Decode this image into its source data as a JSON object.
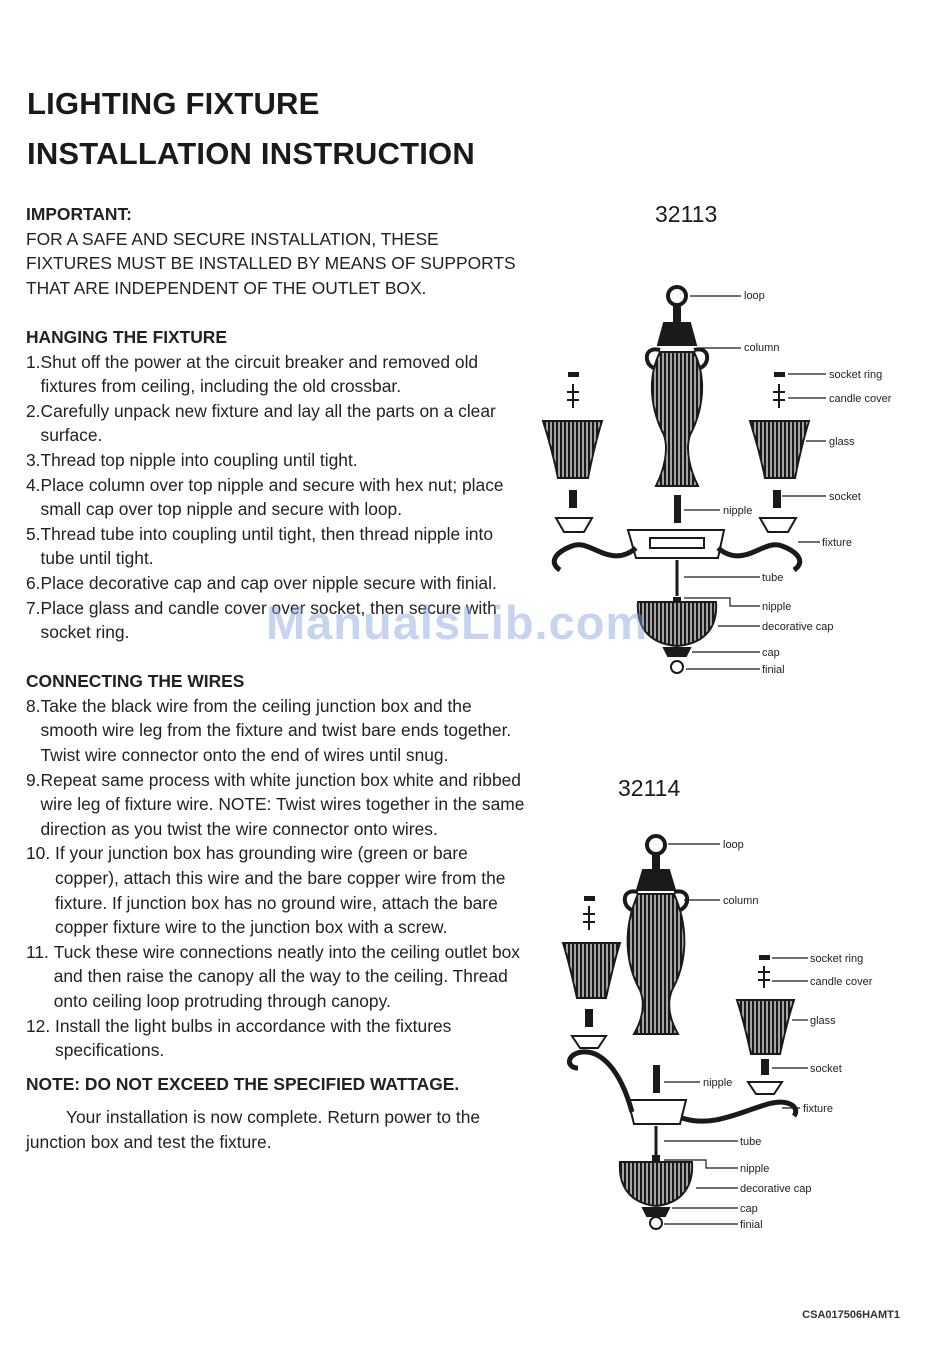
{
  "title": {
    "line1": "LIGHTING FIXTURE",
    "line2": "INSTALLATION INSTRUCTION"
  },
  "important": {
    "heading": "IMPORTANT:",
    "text": "FOR A SAFE AND SECURE INSTALLATION, THESE FIXTURES MUST BE INSTALLED BY MEANS OF SUPPORTS THAT ARE INDEPENDENT OF THE OUTLET BOX."
  },
  "hanging": {
    "heading": "HANGING THE FIXTURE",
    "steps": [
      {
        "num": "1.",
        "text": "Shut off the power at the circuit breaker and removed old fixtures from ceiling, including the old crossbar."
      },
      {
        "num": "2.",
        "text": "Carefully unpack new fixture and lay all the parts on a clear surface."
      },
      {
        "num": "3.",
        "text": "Thread top nipple into coupling until tight."
      },
      {
        "num": "4.",
        "text": "Place column over top nipple and secure with hex nut; place small cap over top nipple and secure with loop."
      },
      {
        "num": "5.",
        "text": "Thread tube into coupling until tight, then thread nipple into tube until tight."
      },
      {
        "num": "6.",
        "text": "Place decorative cap and cap over nipple secure with finial."
      },
      {
        "num": "7.",
        "text": "Place glass and candle cover over socket, then secure with socket ring."
      }
    ]
  },
  "wires": {
    "heading": "CONNECTING THE WIRES",
    "steps": [
      {
        "num": "8.",
        "text": "Take the black wire from the ceiling junction box and the smooth wire leg from the fixture and twist bare ends together. Twist wire connector onto the end of wires until snug."
      },
      {
        "num": "9.",
        "text": "Repeat same process with white junction box white and ribbed wire leg of fixture wire. NOTE: Twist wires together in the same direction as you twist the wire connector onto wires."
      },
      {
        "num": "10. ",
        "text": "If your junction box has grounding wire (green or bare copper), attach this wire and the bare copper wire from the fixture. If junction box has no ground wire, attach the bare copper fixture wire to the junction box with a screw."
      },
      {
        "num": "11. ",
        "text": "Tuck these wire connections neatly into the ceiling outlet box and then raise the canopy all the way to the ceiling. Thread onto ceiling loop protruding through canopy."
      },
      {
        "num": "12. ",
        "text": "Install the light bulbs in accordance with the fixtures specifications."
      }
    ]
  },
  "note": "NOTE: DO NOT EXCEED THE SPECIFIED WATTAGE.",
  "closing": "Your installation is now complete. Return power to the junction box and test the fixture.",
  "figure1": {
    "model": "32113",
    "labels": {
      "loop": "loop",
      "column": "column",
      "socket_ring": "socket ring",
      "candle_cover": "candle cover",
      "glass": "glass",
      "socket": "socket",
      "nipple": "nipple",
      "fixture": "fixture",
      "tube": "tube",
      "nipple2": "nipple",
      "decorative_cap": "decorative cap",
      "cap": "cap",
      "finial": "finial"
    }
  },
  "figure2": {
    "model": "32114",
    "labels": {
      "loop": "loop",
      "column": "column",
      "socket_ring": "socket ring",
      "candle_cover": "candle cover",
      "glass": "glass",
      "nipple": "nipple",
      "socket": "socket",
      "fixture": "fixture",
      "tube": "tube",
      "nipple2": "nipple",
      "decorative_cap": "decorative cap",
      "cap": "cap",
      "finial": "finial"
    }
  },
  "watermark": "ManualsLib.com",
  "doc_code": "CSA017506HAMT1"
}
